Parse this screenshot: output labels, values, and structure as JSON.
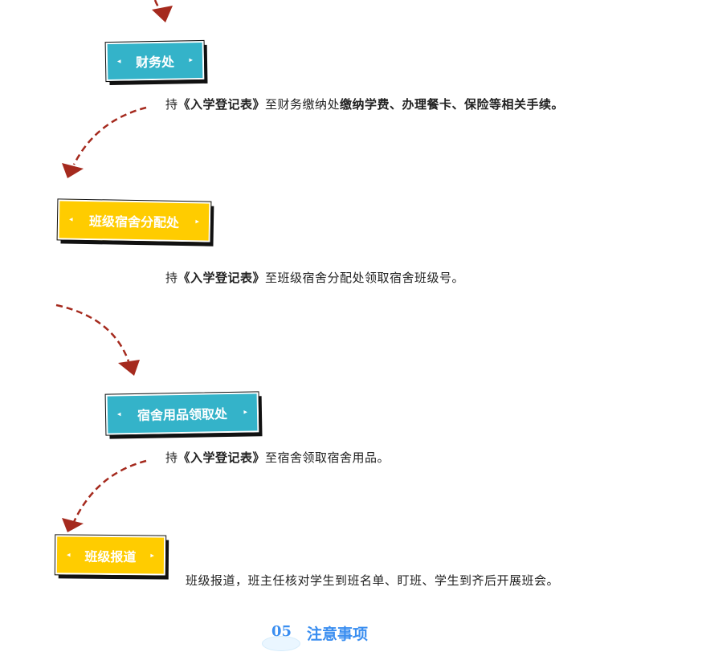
{
  "colors": {
    "teal": "#34b3c9",
    "yellow": "#ffcc00",
    "arrow": "#a52a1e",
    "accent": "#3a8ef0"
  },
  "steps": [
    {
      "label": "财务处",
      "text_pre": "持",
      "text_bold1": "《入学登记表》",
      "text_mid": "至财务缴纳处",
      "text_bold2": "缴纳学费、办理餐卡、保险等相关手续。"
    },
    {
      "label": "班级宿舍分配处",
      "text_pre": "持",
      "text_bold1": "《入学登记表》",
      "text_mid": "至班级宿舍分配处领取宿舍班级号。"
    },
    {
      "label": "宿舍用品领取处",
      "text_pre": "持",
      "text_bold1": "《入学登记表》",
      "text_mid": "至宿舍领取宿舍用品。"
    },
    {
      "label": "班级报道",
      "text": "班级报道，班主任核对学生到班名单、盯班、学生到齐后开展班会。"
    }
  ],
  "section": {
    "number": "05",
    "title": "注意事项"
  },
  "icons": {
    "left": "◂",
    "right": "▸"
  }
}
